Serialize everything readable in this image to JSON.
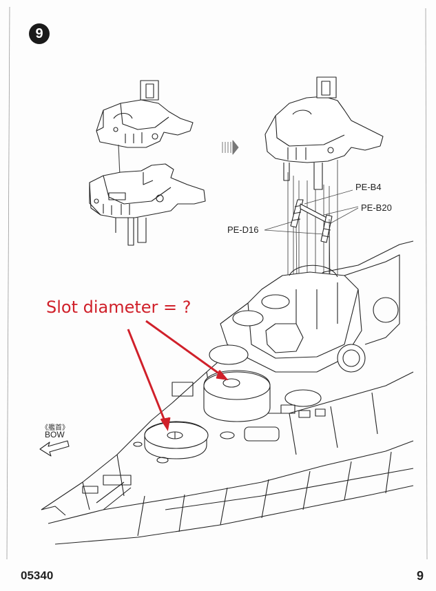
{
  "step": {
    "number": "9"
  },
  "labels": {
    "pe_b4": "PE-B4",
    "pe_b20": "PE-B20",
    "pe_d16": "PE-D16"
  },
  "annotation": {
    "question": "Slot diameter = ?",
    "color": "#d0202a"
  },
  "bow": {
    "chinese": "《艦首》",
    "english": "BOW"
  },
  "footer": {
    "catalog": "05340",
    "page": "9"
  },
  "icons": [
    "step-number-badge",
    "arrow-right-icon",
    "bow-direction-arrow-icon"
  ]
}
